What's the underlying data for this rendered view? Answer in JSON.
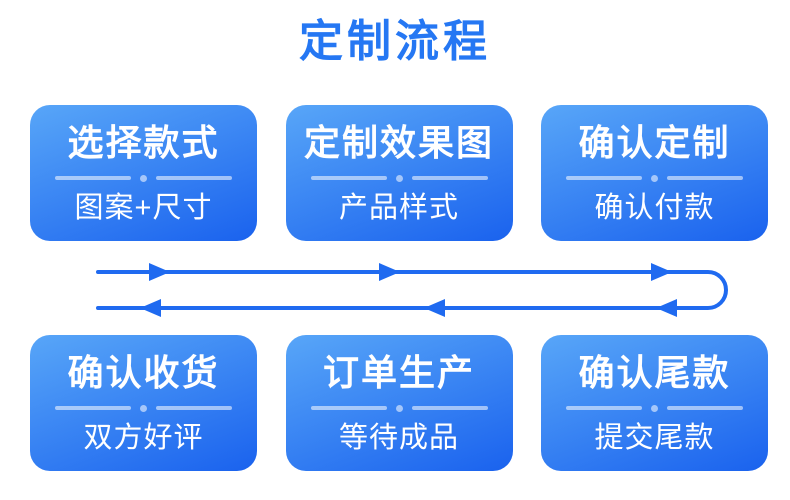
{
  "page": {
    "title": "定制流程"
  },
  "colors": {
    "page_bg": "#ffffff",
    "title_blue": "#2577f3",
    "card_gradient_start": "#58a6f8",
    "card_gradient_end": "#1a62ee",
    "arrow_blue": "#1f6af0",
    "divider": "rgba(255,255,255,0.55)",
    "card_text": "#ffffff"
  },
  "flow": {
    "direction_note": "top row left-to-right, u-turn on right, bottom row right-to-left"
  },
  "rows": [
    {
      "cards": [
        {
          "title": "选择款式",
          "subtitle": "图案+尺寸"
        },
        {
          "title": "定制效果图",
          "subtitle": "产品样式"
        },
        {
          "title": "确认定制",
          "subtitle": "确认付款"
        }
      ]
    },
    {
      "cards": [
        {
          "title": "确认收货",
          "subtitle": "双方好评"
        },
        {
          "title": "订单生产",
          "subtitle": "等待成品"
        },
        {
          "title": "确认尾款",
          "subtitle": "提交尾款"
        }
      ]
    }
  ]
}
